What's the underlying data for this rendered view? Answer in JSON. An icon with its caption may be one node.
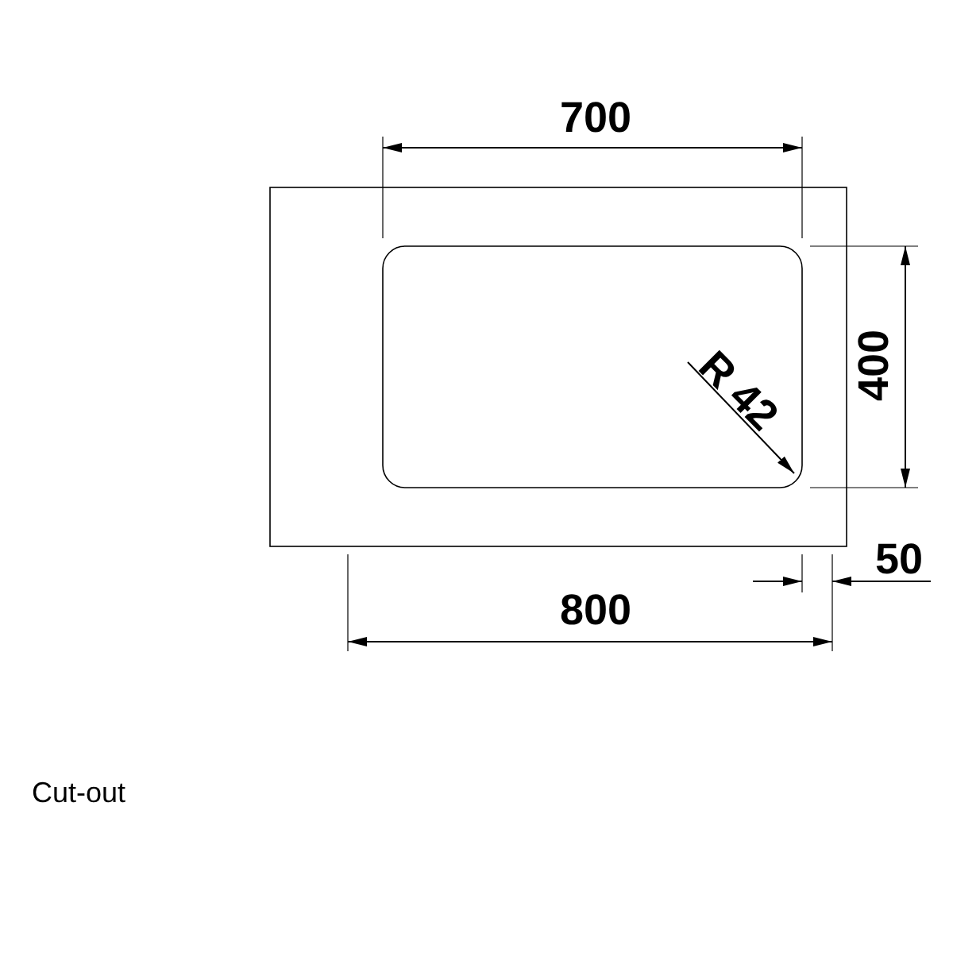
{
  "diagram": {
    "caption": "Cut-out",
    "labels": [
      "700",
      "R 42",
      "400",
      "50",
      "800"
    ]
  }
}
